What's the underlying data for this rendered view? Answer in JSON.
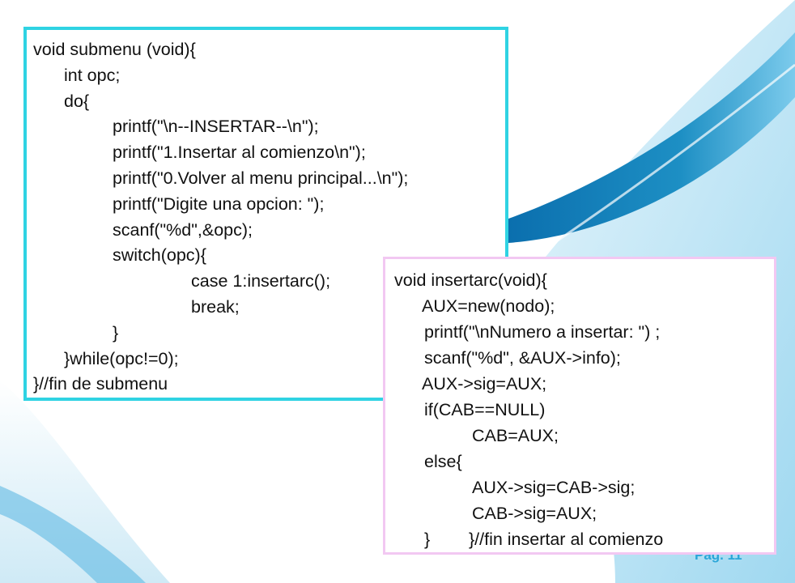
{
  "slide": {
    "page_label": "Pag. 11",
    "colors": {
      "background": "#ffffff",
      "wave_dark": "#1d8fc4",
      "wave_light": "#bfe6f5",
      "box1_border": "#2fd3e3",
      "box2_border": "#f2c8f2",
      "text": "#111111",
      "page_label": "#2aa6d8"
    }
  },
  "code_block_1": {
    "lines": [
      {
        "indent": 0,
        "text": "void submenu (void){"
      },
      {
        "indent": 1,
        "text": "int opc;"
      },
      {
        "indent": 1,
        "text": "do{"
      },
      {
        "indent": 2,
        "text": "printf(\"\\n--INSERTAR--\\n\");"
      },
      {
        "indent": 2,
        "text": "printf(\"1.Insertar al comienzo\\n\");"
      },
      {
        "indent": 2,
        "text": "printf(\"0.Volver al menu principal...\\n\");"
      },
      {
        "indent": 2,
        "text": "printf(\"Digite una opcion: \");"
      },
      {
        "indent": 2,
        "text": "scanf(\"%d\",&opc);"
      },
      {
        "indent": 2,
        "text": "switch(opc){"
      },
      {
        "indent": 3,
        "text": "case 1:insertarc();"
      },
      {
        "indent": 3,
        "text": "break;"
      },
      {
        "indent": 2,
        "text": "}"
      },
      {
        "indent": 1,
        "text": "}while(opc!=0);"
      },
      {
        "indent": 0,
        "text": "}//fin de submenu"
      }
    ]
  },
  "code_block_2": {
    "lines": [
      {
        "indent": 0,
        "text": "void insertarc(void){"
      },
      {
        "indent": 1,
        "text": "AUX=new(nodo);"
      },
      {
        "indent": 2,
        "text": "printf(\"\\nNumero a insertar: \") ;"
      },
      {
        "indent": 2,
        "text": "scanf(\"%d\", &AUX->info);"
      },
      {
        "indent": 1,
        "text": "AUX->sig=AUX;"
      },
      {
        "indent": 2,
        "text": "if(CAB==NULL)"
      },
      {
        "indent": 3,
        "text": "CAB=AUX;"
      },
      {
        "indent": 2,
        "text": "else{"
      },
      {
        "indent": 3,
        "text": "AUX->sig=CAB->sig;"
      },
      {
        "indent": 3,
        "text": "CAB->sig=AUX;"
      },
      {
        "indent": 2,
        "text": "}        }//fin insertar al comienzo"
      }
    ]
  }
}
